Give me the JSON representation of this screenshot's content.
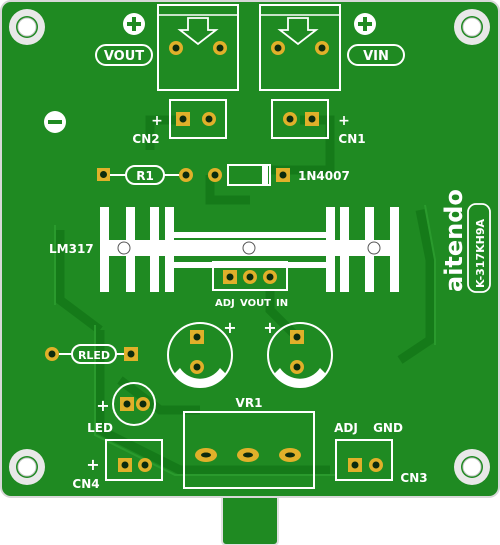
{
  "board": {
    "colors": {
      "substrate": "#1f8a22",
      "copper": "#1a7a1d",
      "trace": "#147018",
      "silkscreen": "#ffffff",
      "pad_gold": "#e0b02a",
      "hole": "#0d2b0e",
      "background": "#ffffff"
    },
    "labels": {
      "vout": "VOUT",
      "vin": "VIN",
      "cn2": "CN2",
      "cn1": "CN1",
      "r1": "R1",
      "diode": "1N4007",
      "regulator": "LM317",
      "pin_adj": "ADJ",
      "pin_vout": "VOUT",
      "pin_in": "IN",
      "rled": "RLED",
      "led": "LED",
      "vr1": "VR1",
      "adj": "ADJ",
      "gnd": "GND",
      "cn4": "CN4",
      "cn3": "CN3",
      "brand": "aitendo",
      "part_no": "K-317KH9A",
      "plus": "+",
      "minus": "−"
    }
  }
}
